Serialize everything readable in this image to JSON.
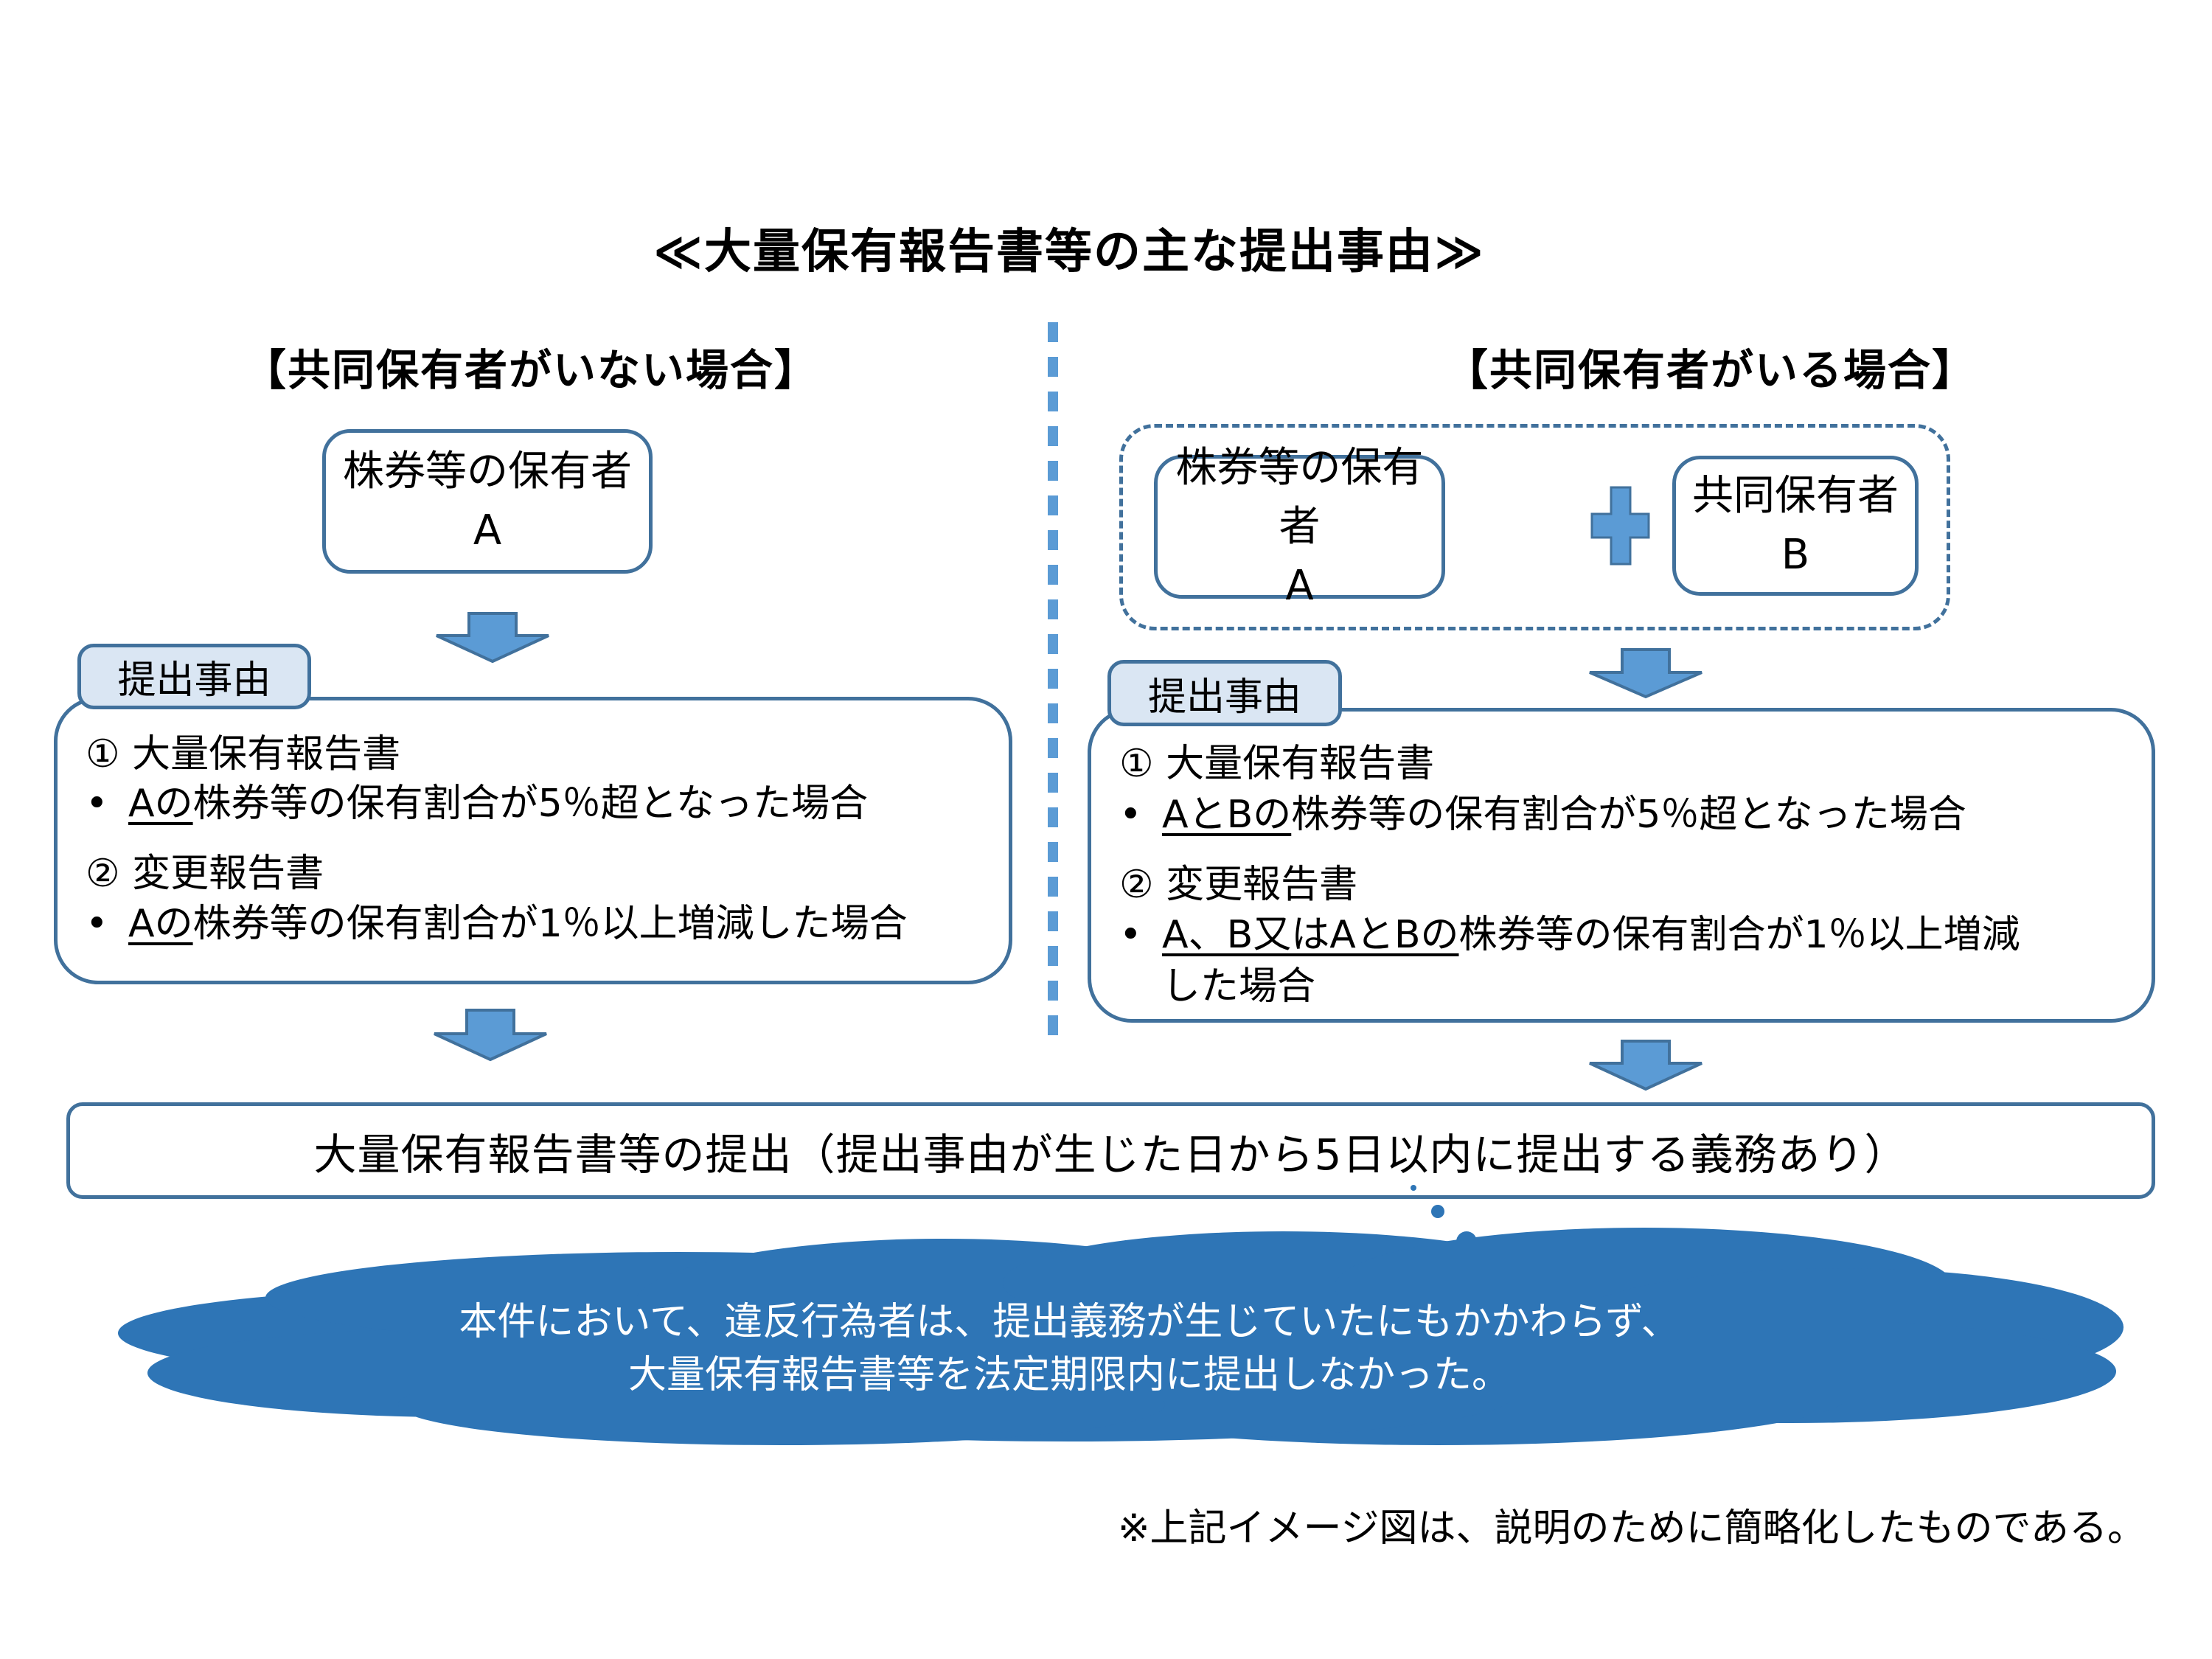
{
  "title": "≪大量保有報告書等の主な提出事由≫",
  "colors": {
    "box_border": "#41719C",
    "arrow_fill": "#5B9BD5",
    "tag_fill": "#DAE6F3",
    "cloud_fill": "#2E75B6",
    "divider": "#5B9BD5"
  },
  "left": {
    "header": "【共同保有者がいない場合】",
    "holder": {
      "line1": "株券等の保有者",
      "line2": "A"
    },
    "tag": "提出事由",
    "reasons": [
      {
        "heading": "① 大量保有報告書",
        "bullet": "•",
        "underlined": "Aの",
        "rest": "株券等の保有割合が5％超となった場合"
      },
      {
        "heading": "② 変更報告書",
        "bullet": "•",
        "underlined": "Aの",
        "rest": "株券等の保有割合が1％以上増減した場合"
      }
    ]
  },
  "right": {
    "header": "【共同保有者がいる場合】",
    "holder_a": {
      "line1": "株券等の保有者",
      "line2": "A"
    },
    "holder_b": {
      "line1": "共同保有者",
      "line2": "B"
    },
    "plus_icon": "plus-icon",
    "tag": "提出事由",
    "reasons": [
      {
        "heading": "① 大量保有報告書",
        "bullet": "•",
        "underlined": "AとBの",
        "rest": "株券等の保有割合が5％超となった場合"
      },
      {
        "heading": "② 変更報告書",
        "bullet": "•",
        "underlined": "A、B又はAとBの",
        "rest": "株券等の保有割合が1％以上増減",
        "continuation": "した場合"
      }
    ]
  },
  "filing": "大量保有報告書等の提出（提出事由が生じた日から5日以内に提出する義務あり）",
  "cloud": {
    "line1": "本件において、違反行為者は、提出義務が生じていたにもかかわらず、",
    "line2": "大量保有報告書等を法定期限内に提出しなかった。"
  },
  "footnote": "※上記イメージ図は、説明のために簡略化したものである。"
}
